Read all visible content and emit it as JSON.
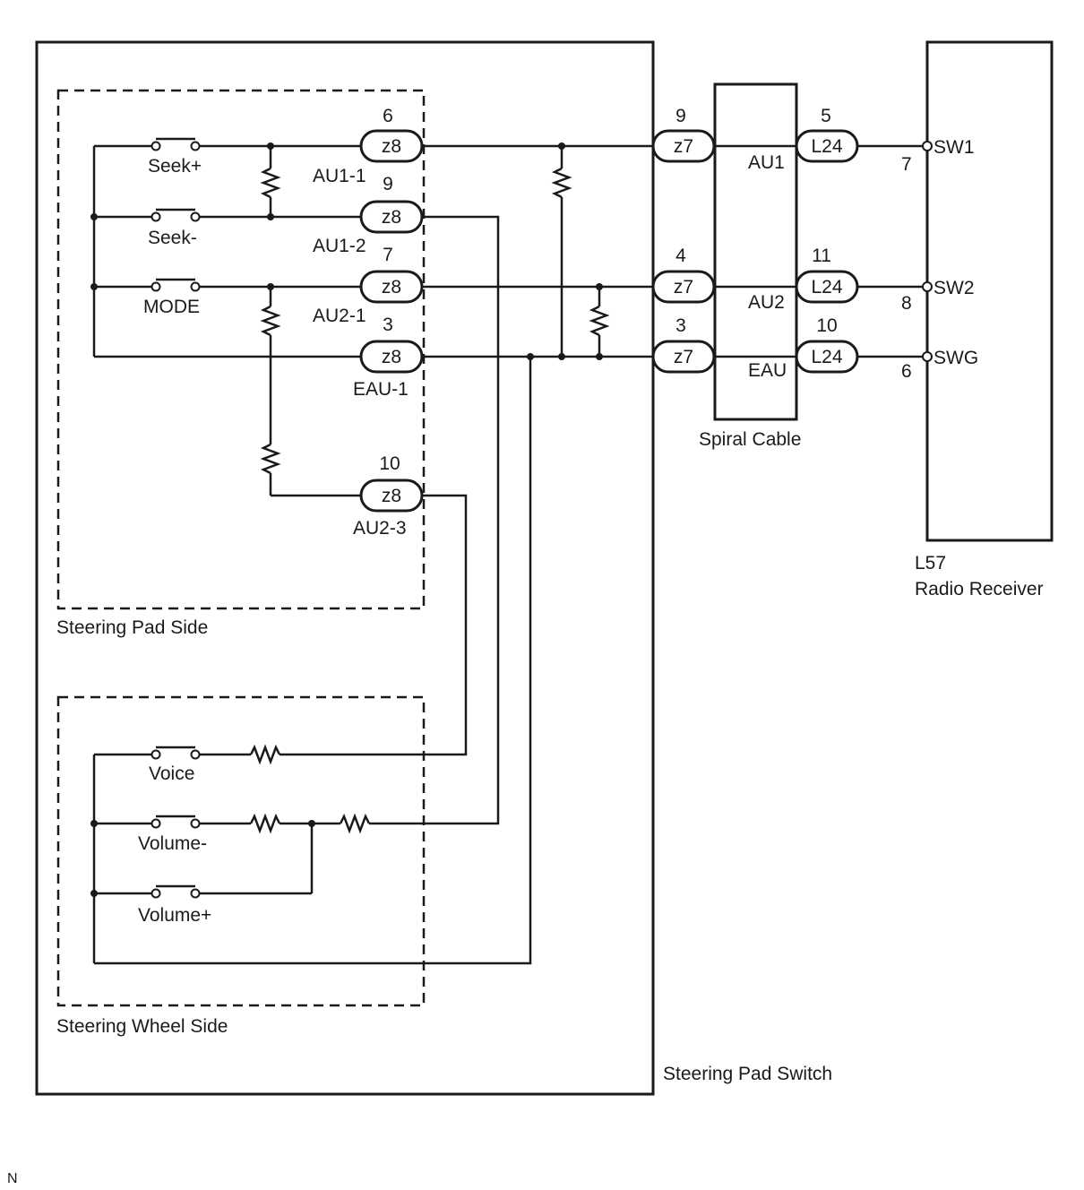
{
  "blocks": {
    "steering_pad_switch": "Steering Pad Switch",
    "steering_pad_side": "Steering Pad Side",
    "steering_wheel_side": "Steering Wheel Side",
    "spiral_cable": "Spiral Cable",
    "receiver_code": "L57",
    "receiver_name": "Radio Receiver"
  },
  "switches": {
    "seek_plus": "Seek+",
    "seek_minus": "Seek-",
    "mode": "MODE",
    "voice": "Voice",
    "volume_minus": "Volume-",
    "volume_plus": "Volume+"
  },
  "z8_connectors": [
    {
      "code": "z8",
      "pin": "6",
      "signal": "AU1-1"
    },
    {
      "code": "z8",
      "pin": "9",
      "signal": "AU1-2"
    },
    {
      "code": "z8",
      "pin": "7",
      "signal": "AU2-1"
    },
    {
      "code": "z8",
      "pin": "3",
      "signal": "EAU-1"
    },
    {
      "code": "z8",
      "pin": "10",
      "signal": "AU2-3"
    }
  ],
  "z7_connectors": [
    {
      "code": "z7",
      "pin": "9"
    },
    {
      "code": "z7",
      "pin": "4"
    },
    {
      "code": "z7",
      "pin": "3"
    }
  ],
  "spiral_signals": [
    "AU1",
    "AU2",
    "EAU"
  ],
  "l24_connectors": [
    {
      "code": "L24",
      "pin": "5"
    },
    {
      "code": "L24",
      "pin": "11"
    },
    {
      "code": "L24",
      "pin": "10"
    }
  ],
  "receiver_terminals": [
    {
      "name": "SW1",
      "pin": "7"
    },
    {
      "name": "SW2",
      "pin": "8"
    },
    {
      "name": "SWG",
      "pin": "6"
    }
  ],
  "footer_mark": "N"
}
